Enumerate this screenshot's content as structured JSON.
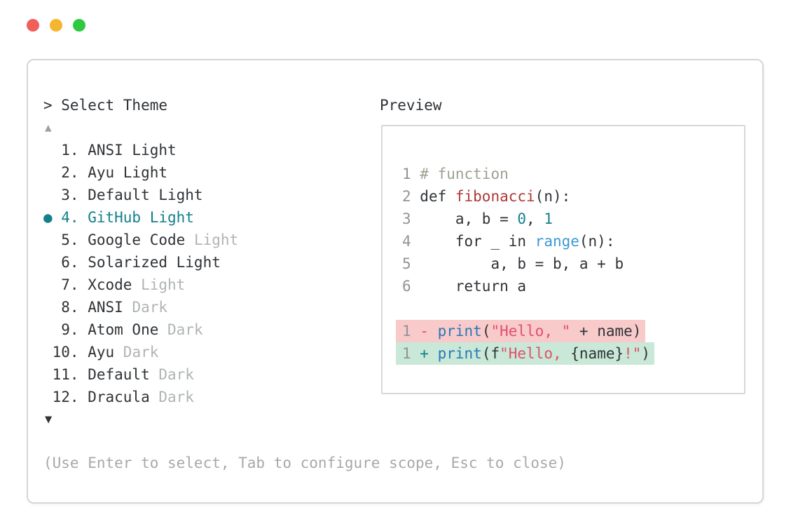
{
  "window_controls": {
    "close_color": "#f15f5a",
    "minimize_color": "#f5b52f",
    "maximize_color": "#2ec940"
  },
  "prompt": {
    "text": "> Select Theme"
  },
  "scroll": {
    "up": "▲",
    "down": "▼"
  },
  "theme_list": {
    "selected_marker": "●",
    "items": [
      {
        "number": "1",
        "name": "ANSI Light",
        "muted": "",
        "selected": false
      },
      {
        "number": "2",
        "name": "Ayu Light",
        "muted": "",
        "selected": false
      },
      {
        "number": "3",
        "name": "Default Light",
        "muted": "",
        "selected": false
      },
      {
        "number": "4",
        "name": "GitHub Light",
        "muted": "",
        "selected": true
      },
      {
        "number": "5",
        "name": "Google Code",
        "muted": "Light",
        "selected": false
      },
      {
        "number": "6",
        "name": "Solarized Light",
        "muted": "",
        "selected": false
      },
      {
        "number": "7",
        "name": "Xcode",
        "muted": "Light",
        "selected": false
      },
      {
        "number": "8",
        "name": "ANSI",
        "muted": "Dark",
        "selected": false
      },
      {
        "number": "9",
        "name": "Atom One",
        "muted": "Dark",
        "selected": false
      },
      {
        "number": "10",
        "name": "Ayu",
        "muted": "Dark",
        "selected": false
      },
      {
        "number": "11",
        "name": "Default",
        "muted": "Dark",
        "selected": false
      },
      {
        "number": "12",
        "name": "Dracula",
        "muted": "Dark",
        "selected": false
      }
    ]
  },
  "preview": {
    "title": "Preview",
    "code_lines": [
      {
        "num": "1",
        "segments": [
          {
            "text": "# function",
            "tok": "comment"
          }
        ]
      },
      {
        "num": "2",
        "segments": [
          {
            "text": "def ",
            "tok": "plain"
          },
          {
            "text": "fibonacci",
            "tok": "func"
          },
          {
            "text": "(n):",
            "tok": "plain"
          }
        ]
      },
      {
        "num": "3",
        "segments": [
          {
            "text": "    a, b = ",
            "tok": "plain"
          },
          {
            "text": "0",
            "tok": "number"
          },
          {
            "text": ", ",
            "tok": "plain"
          },
          {
            "text": "1",
            "tok": "number"
          }
        ]
      },
      {
        "num": "4",
        "segments": [
          {
            "text": "    for _ in ",
            "tok": "plain"
          },
          {
            "text": "range",
            "tok": "builtin"
          },
          {
            "text": "(n):",
            "tok": "plain"
          }
        ]
      },
      {
        "num": "5",
        "segments": [
          {
            "text": "        a, b = b, a + b",
            "tok": "plain"
          }
        ]
      },
      {
        "num": "6",
        "segments": [
          {
            "text": "    return a",
            "tok": "plain"
          }
        ]
      }
    ],
    "diff_lines": [
      {
        "num": "1",
        "kind": "removed",
        "segments": [
          {
            "text": "- ",
            "tok": "minus"
          },
          {
            "text": "print",
            "tok": "builtin2"
          },
          {
            "text": "(",
            "tok": "plain"
          },
          {
            "text": "\"Hello, \"",
            "tok": "string"
          },
          {
            "text": " + name)",
            "tok": "plain"
          }
        ]
      },
      {
        "num": "1",
        "kind": "added",
        "segments": [
          {
            "text": "+ ",
            "tok": "plus"
          },
          {
            "text": "print",
            "tok": "builtin2"
          },
          {
            "text": "(f",
            "tok": "plain"
          },
          {
            "text": "\"Hello, ",
            "tok": "string"
          },
          {
            "text": "{name}",
            "tok": "plain"
          },
          {
            "text": "!\"",
            "tok": "string"
          },
          {
            "text": ")",
            "tok": "plain"
          }
        ]
      }
    ]
  },
  "help_text": "(Use Enter to select, Tab to configure scope, Esc to close)",
  "palette": {
    "accent_teal": "#13808a",
    "text_primary": "#2f3337",
    "text_muted": "#b0b4b6",
    "help_gray": "#a8a8a8",
    "lineno_gray": "#909496",
    "comment_gray_green": "#9aa294",
    "function_red": "#ad3a38",
    "print_blue": "#2878b8",
    "range_blue": "#3a9ad2",
    "string_red": "#e0506a",
    "diff_removed_bg": "#f8caca",
    "diff_added_bg": "#c9e8d7",
    "window_border": "#d6d6d6",
    "preview_border": "#d8d8d8"
  }
}
